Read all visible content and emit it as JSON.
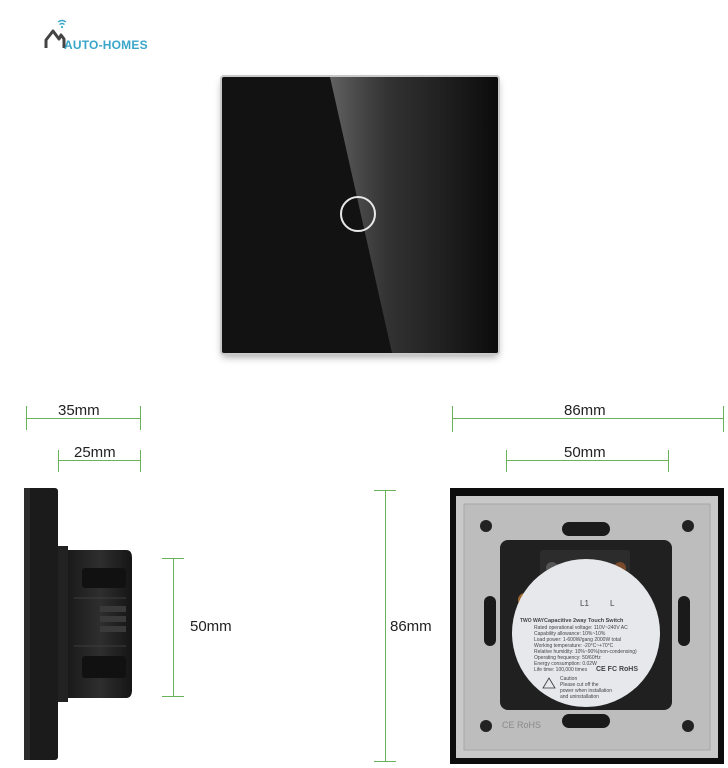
{
  "brand": {
    "name": "AUTO-HOMES",
    "icon": "house-wifi-icon",
    "color": "#3aa6c9"
  },
  "dimensions": {
    "depth_total": "35mm",
    "depth_body": "25mm",
    "width_total": "86mm",
    "width_body": "50mm",
    "height_body": "50mm",
    "height_total": "86mm"
  },
  "module_label": {
    "brand": "TWO WAY",
    "title": "Capacitive 2way Touch Switch",
    "specs": [
      "Rated operational voltage: 110V~240V AC",
      "Capability allowance: 10%~10%",
      "Load power: 1-600W/gang 2000W total",
      "Working temperature: -20°C~+70°C",
      "Relative humidity: 10%~90%(non-condensing)",
      "Operating frequency: 50/60Hz",
      "Energy consumption: 0.02W",
      "Life time: 100,000 times"
    ],
    "certs": "CE FC RoHS",
    "caution_title": "Caution",
    "caution_lines": [
      "Please cut off the",
      "power when installation",
      "and uninstallation"
    ],
    "terminal_l1": "L1",
    "terminal_l": "L"
  },
  "frame_mark": "CE RoHS",
  "colors": {
    "panel": "#121212",
    "dimension_line": "#69b25a"
  }
}
